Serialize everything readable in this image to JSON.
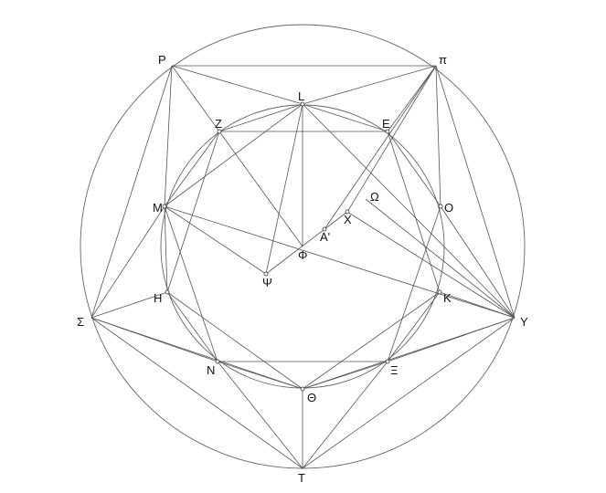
{
  "diagram": {
    "labels": {
      "P": "P",
      "pi": "π",
      "L": "L",
      "Z": "Z",
      "E": "E",
      "M": "M",
      "O": "O",
      "Omega": "Ω",
      "X": "X",
      "Aprime": "A'",
      "Phi": "Φ",
      "Psi": "Ψ",
      "H": "H",
      "K": "K",
      "Sigma": "Σ",
      "Y": "Y",
      "N": "N",
      "Xi": "Ξ",
      "Theta": "Θ",
      "T": "T"
    }
  }
}
